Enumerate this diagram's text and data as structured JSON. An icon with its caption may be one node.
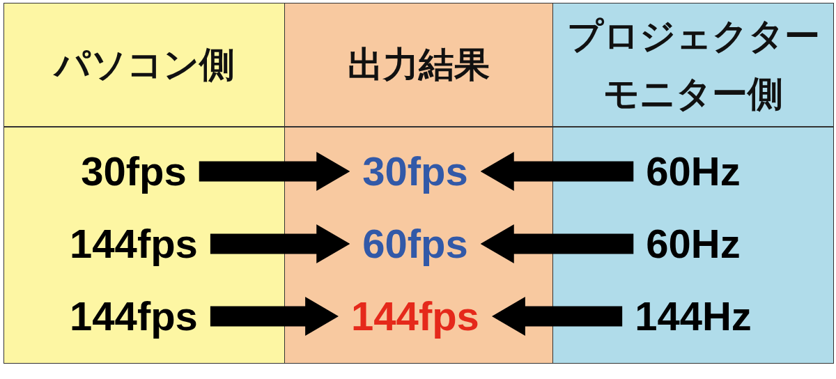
{
  "diagram": {
    "nodes": [
      {
        "text": [
          "パソコン側"
        ]
      },
      {
        "text": [
          "出力結果"
        ]
      },
      {
        "text": [
          "プロジェクターモニター側"
        ]
      },
      {
        "text": [
          "30fps"
        ],
        "in": 0
      },
      {
        "text": [
          "30fps"
        ],
        "in": 1
      },
      {
        "text": [
          "60Hz"
        ],
        "in": 2
      },
      {
        "text": [
          "144fps"
        ],
        "in": 0
      },
      {
        "text": [
          "60fps"
        ],
        "in": 1
      },
      {
        "text": [
          "60Hz"
        ],
        "in": 2
      },
      {
        "text": [
          "144fps"
        ],
        "in": 0
      },
      {
        "text": [
          "144fps"
        ],
        "in": 1
      },
      {
        "text": [
          "144Hz"
        ],
        "in": 2
      }
    ],
    "edges": [
      {
        "from": 3,
        "to": 4,
        "arrow": "to"
      },
      {
        "from": 5,
        "to": 4,
        "arrow": "to"
      },
      {
        "from": 6,
        "to": 7,
        "arrow": "to"
      },
      {
        "from": 8,
        "to": 7,
        "arrow": "to"
      },
      {
        "from": 9,
        "to": 10,
        "arrow": "to"
      },
      {
        "from": 11,
        "to": 10,
        "arrow": "to"
      }
    ]
  }
}
